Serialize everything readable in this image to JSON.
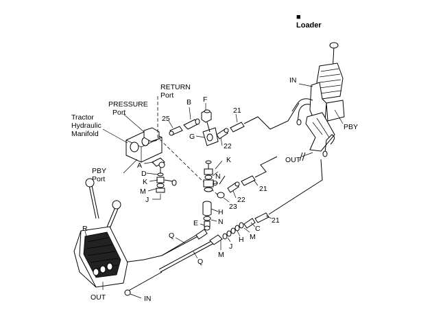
{
  "title": "Loader",
  "title_marker": "■",
  "labels": {
    "tractor_1": "Tractor",
    "tractor_2": "Hydraulic",
    "tractor_3": "Manifold",
    "pressure_1": "PRESSURE",
    "pressure_2": "Port",
    "return_1": "RETURN",
    "return_2": "Port",
    "pby_port_1": "PBY",
    "pby_port_2": "Port",
    "pby_right": "PBY",
    "in_top": "IN",
    "out_mid": "OUT",
    "out_bottom": "OUT",
    "in_bottom": "IN",
    "c25": "25",
    "cB": "B",
    "cF": "F",
    "cG": "G",
    "c22a": "22",
    "c21a": "21",
    "cK_mid": "K",
    "cN_mid": "N",
    "cD_mid": "D",
    "c21b": "21",
    "c22b": "22",
    "c23": "23",
    "cA": "A",
    "cD_left": "D",
    "cK_left": "K",
    "cM_left": "M",
    "cJ_left": "J",
    "cH": "H",
    "cE": "E",
    "cN_low": "N",
    "c21c": "21",
    "cC": "C",
    "cM_right": "M",
    "cH_right": "H",
    "cJ_right": "J",
    "cM_low": "M",
    "cQ_upper": "Q",
    "cQ_lower": "Q",
    "cR": "R"
  }
}
